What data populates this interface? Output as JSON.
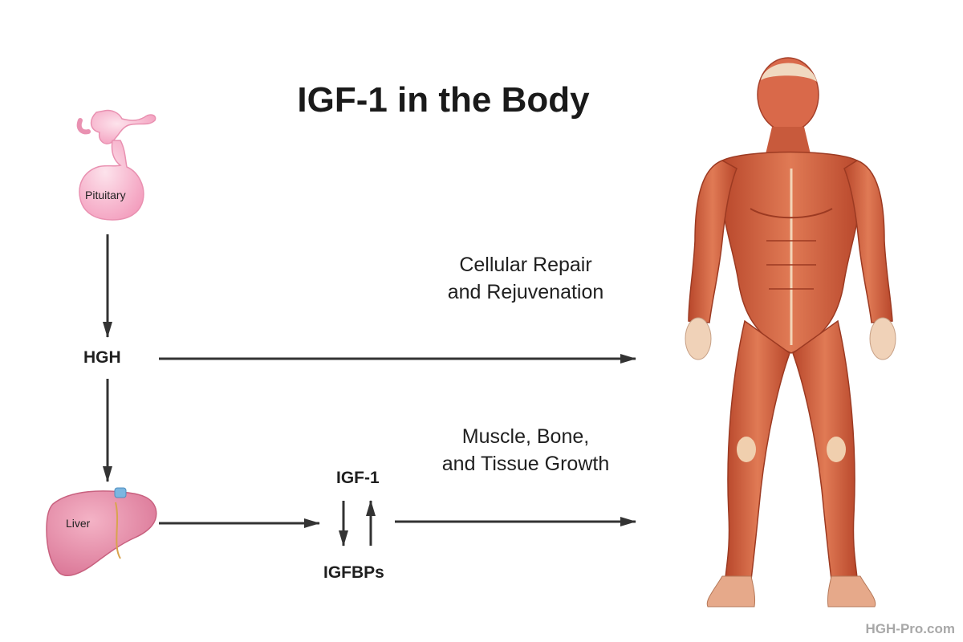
{
  "diagram": {
    "title": "IGF-1 in the Body",
    "nodes": {
      "pituitary": "Pituitary",
      "hgh": "HGH",
      "liver": "Liver",
      "igf1": "IGF-1",
      "igfbps": "IGFBPs"
    },
    "outcomes": {
      "repair_line1": "Cellular Repair",
      "repair_line2": "and Rejuvenation",
      "growth_line1": "Muscle, Bone,",
      "growth_line2": "and Tissue Growth"
    },
    "edges": [
      {
        "from": "Pituitary",
        "to": "HGH"
      },
      {
        "from": "HGH",
        "to": "Liver"
      },
      {
        "from": "HGH",
        "to": "Body",
        "label": "Cellular Repair and Rejuvenation"
      },
      {
        "from": "Liver",
        "to": "IGF-1 / IGFBPs"
      },
      {
        "from": "IGF-1",
        "to": "IGFBPs"
      },
      {
        "from": "IGFBPs",
        "to": "IGF-1"
      },
      {
        "from": "IGF-1",
        "to": "Body",
        "label": "Muscle, Bone, and Tissue Growth"
      }
    ],
    "colors": {
      "arrow": "#333333",
      "pituitary_fill": "#f6b9cf",
      "liver_fill": "#e289a6",
      "muscle": "#cf5a3c",
      "watermark": "#a8a8a8"
    },
    "watermark": "HGH-Pro.com"
  }
}
